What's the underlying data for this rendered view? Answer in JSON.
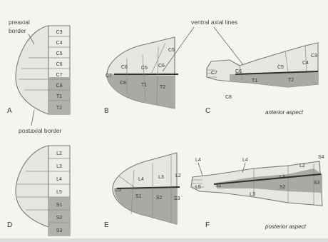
{
  "colors": {
    "background": "#f4f4f1",
    "light_dermatome": "#e6e6e2",
    "dark_dermatome": "#a9a9a5",
    "medium_dermatome": "#c9c9c5",
    "axial_line": "#2e2e2e"
  },
  "upper_row": {
    "preaxial_label": "preaxial",
    "preaxial_label_2": "border",
    "postaxial_label": "postaxial border",
    "ventral_axial_label": "ventral axial lines",
    "aspect_label": "anterior aspect",
    "panel_a": {
      "letter": "A",
      "segments": [
        "C3",
        "C4",
        "C5",
        "C6",
        "C7",
        "C8",
        "T1",
        "T2"
      ]
    },
    "panel_b": {
      "letter": "B",
      "labels": [
        "C5",
        "C6",
        "C5",
        "C6",
        "C7",
        "C8",
        "T1",
        "T2"
      ]
    },
    "panel_c": {
      "letter": "C",
      "labels": [
        "C3",
        "C4",
        "C5",
        "C6",
        "C7",
        "T1",
        "T2",
        "C8"
      ]
    }
  },
  "lower_row": {
    "aspect_label": "posterior aspect",
    "panel_d": {
      "letter": "D",
      "segments": [
        "L2",
        "L3",
        "L4",
        "L5",
        "S1",
        "S2",
        "S3"
      ]
    },
    "panel_e": {
      "letter": "E",
      "labels": [
        "L4",
        "L3",
        "L2",
        "L5",
        "S1",
        "S2",
        "S3"
      ]
    },
    "panel_f": {
      "letter": "F",
      "labels": [
        "L4",
        "L4",
        "S4",
        "L5",
        "S1",
        "L3",
        "S2",
        "S3",
        "L2",
        "L3"
      ]
    }
  }
}
